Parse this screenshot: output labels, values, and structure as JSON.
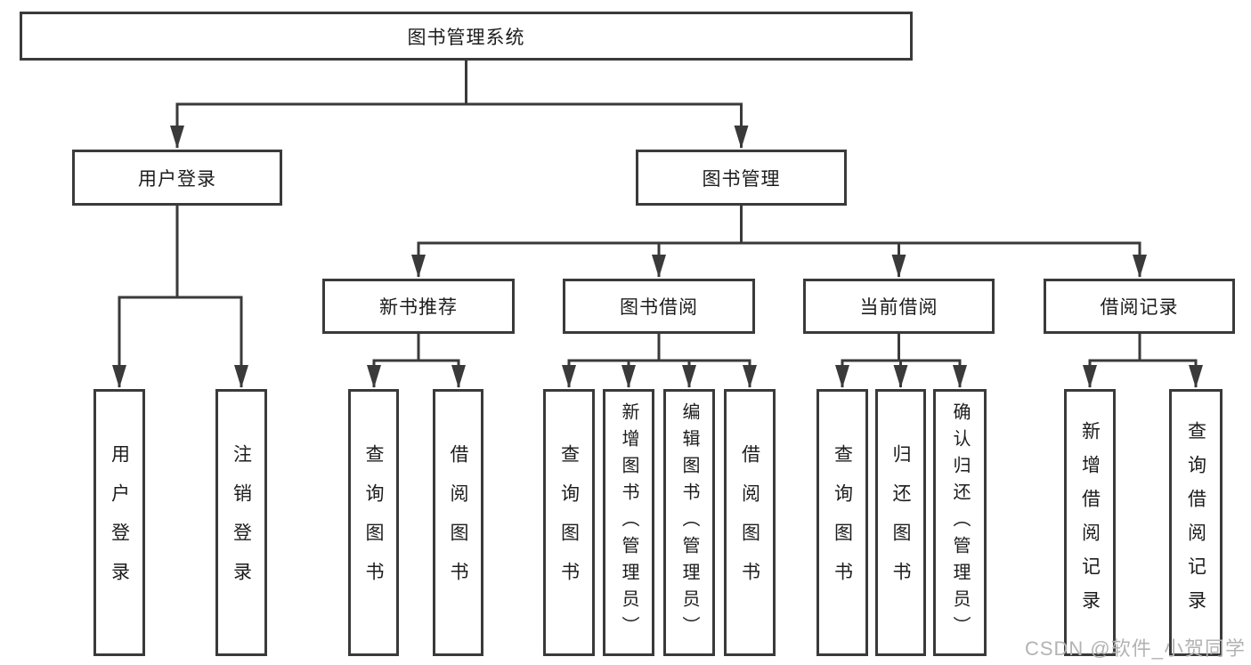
{
  "colors": {
    "line": "#3a3a3a",
    "text": "#1c1c1c",
    "watermark": "#b3b3b3",
    "background": "#ffffff"
  },
  "watermark": "CSDN @软件_小贺同学",
  "diagram": {
    "type": "tree",
    "title": "图书管理系统",
    "nodes": {
      "root": "图书管理系统",
      "user_login": "用户登录",
      "book_management": "图书管理",
      "new_book_recommend": "新书推荐",
      "book_borrowing": "图书借阅",
      "current_borrowing": "当前借阅",
      "borrowing_records": "借阅记录",
      "leaf_user_login": "用户登录",
      "leaf_logout": "注销登录",
      "leaf_rec_query_book": "查询图书",
      "leaf_rec_borrow_book": "借阅图书",
      "leaf_bor_query_book": "查询图书",
      "leaf_bor_add_book_admin": "新增图书（管理员）",
      "leaf_bor_edit_book_admin": "编辑图书（管理员）",
      "leaf_bor_borrow_book": "借阅图书",
      "leaf_cur_query_book": "查询图书",
      "leaf_cur_return_book": "归还图书",
      "leaf_cur_confirm_return_admin": "确认归还（管理员）",
      "leaf_add_borrow_record": "新增借阅记录",
      "leaf_query_borrow_record": "查询借阅记录"
    },
    "hierarchy": {
      "图书管理系统": {
        "用户登录": [
          "用户登录",
          "注销登录"
        ],
        "图书管理": {
          "新书推荐": [
            "查询图书",
            "借阅图书"
          ],
          "图书借阅": [
            "查询图书",
            "新增图书（管理员）",
            "编辑图书（管理员）",
            "借阅图书"
          ],
          "当前借阅": [
            "查询图书",
            "归还图书",
            "确认归还（管理员）"
          ],
          "借阅记录": [
            "新增借阅记录",
            "查询借阅记录"
          ]
        }
      }
    }
  }
}
